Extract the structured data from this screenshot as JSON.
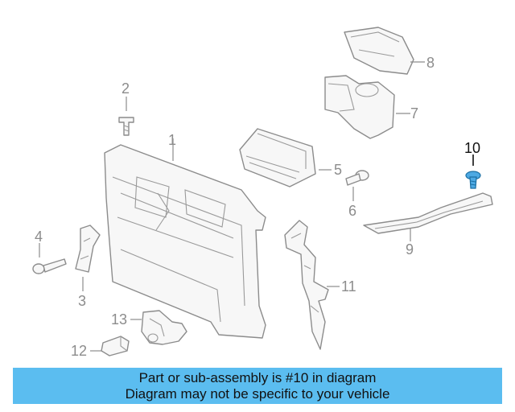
{
  "callouts": [
    {
      "id": "1",
      "label": "1"
    },
    {
      "id": "2",
      "label": "2"
    },
    {
      "id": "3",
      "label": "3"
    },
    {
      "id": "4",
      "label": "4"
    },
    {
      "id": "5",
      "label": "5"
    },
    {
      "id": "6",
      "label": "6"
    },
    {
      "id": "7",
      "label": "7"
    },
    {
      "id": "8",
      "label": "8"
    },
    {
      "id": "9",
      "label": "9"
    },
    {
      "id": "10",
      "label": "10",
      "highlighted": true
    },
    {
      "id": "11",
      "label": "11"
    },
    {
      "id": "12",
      "label": "12"
    },
    {
      "id": "13",
      "label": "13"
    }
  ],
  "colors": {
    "banner": "#5bbdf0",
    "part_outline": "#8c8c8c",
    "highlight_part": "#4da9e3"
  },
  "banner": {
    "line1": "Part or sub-assembly is #10 in diagram",
    "line2": "Diagram may not be specific to your vehicle"
  }
}
